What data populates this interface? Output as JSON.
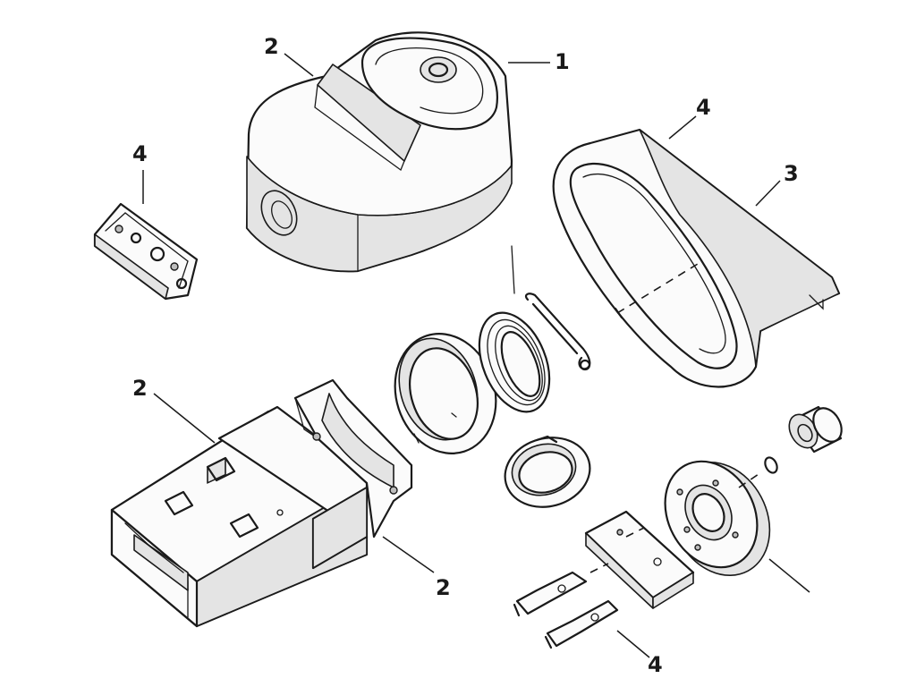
{
  "diagram": {
    "callouts": [
      "1",
      "2",
      "2",
      "2",
      "3",
      "4",
      "4",
      "4"
    ]
  }
}
